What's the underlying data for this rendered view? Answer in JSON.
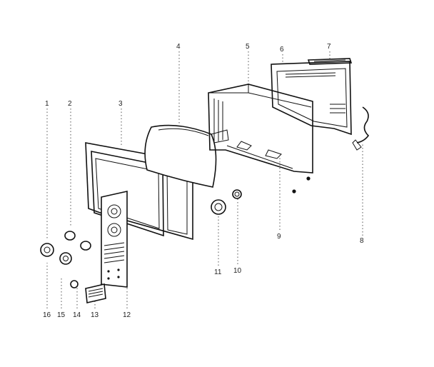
{
  "diagram": {
    "part_labels": [
      "1",
      "2",
      "3",
      "4",
      "5",
      "6",
      "7",
      "8",
      "9",
      "10",
      "11",
      "12",
      "13",
      "14",
      "15",
      "16"
    ]
  }
}
